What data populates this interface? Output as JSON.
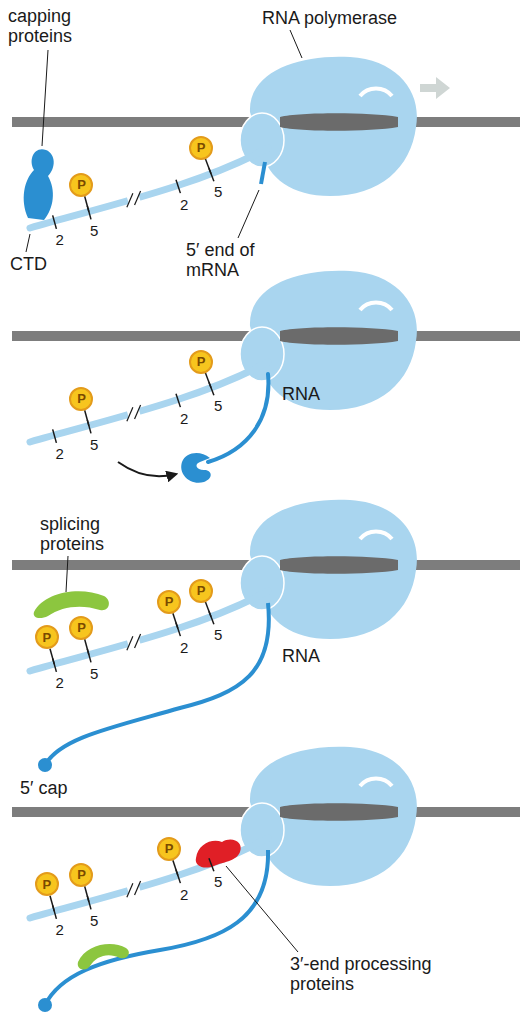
{
  "diagram": {
    "nodes": [
      {
        "text": [
          "P"
        ]
      },
      {
        "text": [
          "P"
        ]
      },
      {
        "text": [
          "P"
        ]
      },
      {
        "text": [
          "P"
        ]
      },
      {
        "text": [
          "P"
        ]
      },
      {
        "text": [
          "P"
        ]
      },
      {
        "text": [
          "P"
        ]
      },
      {
        "text": [
          "P"
        ]
      },
      {
        "text": [
          "P"
        ]
      },
      {
        "text": [
          "P"
        ]
      },
      {
        "text": [
          "P"
        ]
      }
    ],
    "labels": [
      "RNA polymerase",
      "capping proteins",
      "CTD",
      "5′ end of mRNA",
      "2",
      "5",
      "2",
      "5",
      "RNA",
      "2",
      "5",
      "2",
      "5",
      "splicing proteins",
      "RNA",
      "5′ cap",
      "2",
      "5",
      "2",
      "5",
      "3′-end processing proteins",
      "2",
      "5",
      "2",
      "5"
    ]
  }
}
